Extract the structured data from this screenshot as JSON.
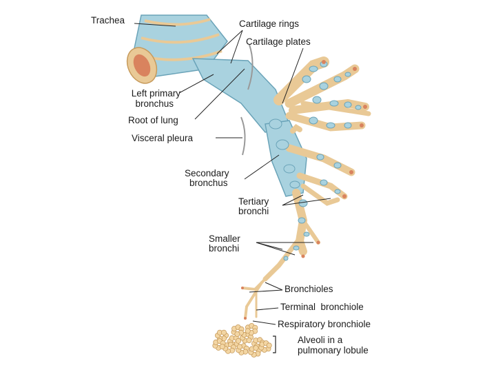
{
  "diagram": {
    "colors": {
      "cartilage": "#a9d2df",
      "cartilage_edge": "#6aa3b8",
      "tissue": "#e9c996",
      "tissue_edge": "#c79b5c",
      "lumen": "#d9835e",
      "alveoli": "#f3d6a4",
      "leader": "#222222"
    },
    "labels": {
      "trachea": "Trachea",
      "cartilage_rings": "Cartilage rings",
      "cartilage_plates": "Cartilage plates",
      "left_primary_bronchus_1": "Left primary",
      "left_primary_bronchus_2": "bronchus",
      "root_of_lung": "Root of lung",
      "visceral_pleura": "Visceral pleura",
      "secondary_bronchus_1": "Secondary",
      "secondary_bronchus_2": "bronchus",
      "tertiary_bronchi_1": "Tertiary",
      "tertiary_bronchi_2": "bronchi",
      "smaller_bronchi_1": "Smaller",
      "smaller_bronchi_2": "bronchi",
      "bronchioles": "Bronchioles",
      "terminal_bronchiole": "Terminal  bronchiole",
      "respiratory_bronchiole": "Respiratory bronchiole",
      "alveoli_1": "Alveoli in a",
      "alveoli_2": "pulmonary lobule"
    }
  }
}
